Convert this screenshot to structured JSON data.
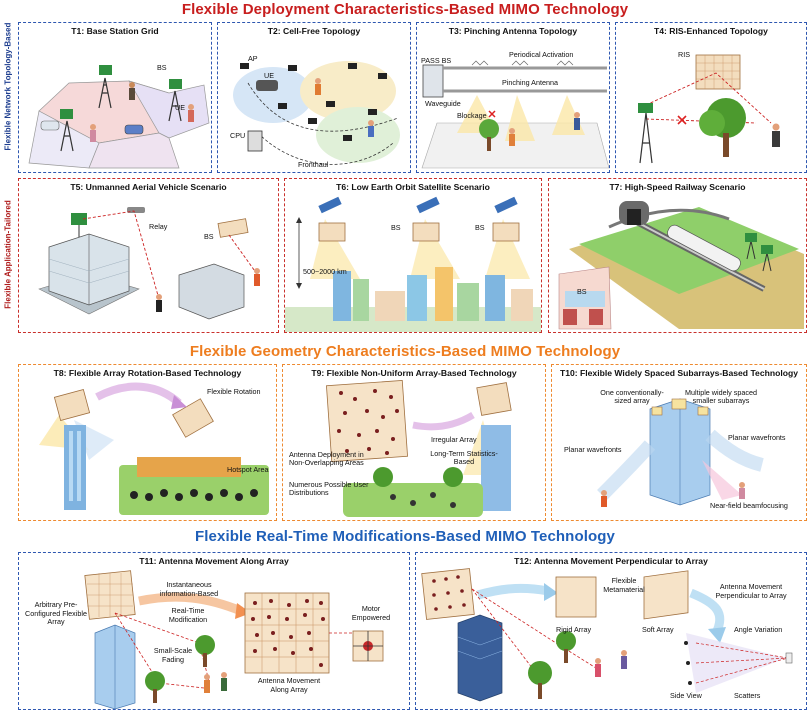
{
  "sections": {
    "deployment": "Flexible Deployment Characteristics-Based MIMO Technology",
    "geometry": "Flexible Geometry Characteristics-Based MIMO Technology",
    "realtime": "Flexible Real-Time Modifications-Based MIMO Technology"
  },
  "side_labels": {
    "network": "Flexible Network Topology-Based",
    "application": "Flexible Application-Tailored"
  },
  "colors": {
    "red": "#c81e1e",
    "orange": "#ee7d1f",
    "blue": "#1f5fb8"
  },
  "panels": {
    "t1": {
      "title": "T1: Base Station Grid",
      "labels": [
        "BS",
        "UE"
      ]
    },
    "t2": {
      "title": "T2: Cell-Free Topology",
      "labels": [
        "AP",
        "UE",
        "CPU",
        "Fronthaul"
      ]
    },
    "t3": {
      "title": "T3: Pinching Antenna Topology",
      "labels": [
        "PASS BS",
        "Periodical Activation",
        "Pinching Antenna",
        "Waveguide",
        "Blockage"
      ]
    },
    "t4": {
      "title": "T4: RIS-Enhanced Topology",
      "labels": [
        "RIS"
      ]
    },
    "t5": {
      "title": "T5: Unmanned Aerial Vehicle Scenario",
      "labels": [
        "Relay",
        "BS"
      ]
    },
    "t6": {
      "title": "T6: Low Earth Orbit Satellite Scenario",
      "labels": [
        "BS",
        "BS",
        "500~2000 km"
      ]
    },
    "t7": {
      "title": "T7: High-Speed Railway Scenario",
      "labels": [
        "BS"
      ]
    },
    "t8": {
      "title": "T8:  Flexible Array Rotation-Based Technology",
      "labels": [
        "Flexible Rotation",
        "Hotspot Area"
      ]
    },
    "t9": {
      "title": "T9: Flexible Non-Uniform Array-Based Technology",
      "labels": [
        "Irregular Array",
        "Long-Term Statistics-Based",
        "Antenna Deployment in Non-Overlapping Areas",
        "Numerous Possible User Distributions"
      ]
    },
    "t10": {
      "title": "T10: Flexible Widely Spaced Subarrays-Based Technology",
      "labels": [
        "One conventionally-sized array",
        "Multiple widely spaced smaller subarrays",
        "Planar wavefronts",
        "Planar wavefronts",
        "Near-field beamfocusing"
      ]
    },
    "t11": {
      "title": "T11: Antenna Movement Along Array",
      "labels": [
        "Arbitrary Pre-Configured Flexible Array",
        "Instantaneous information-Based",
        "Real-Time Modification",
        "Small-Scale Fading",
        "Antenna Movement Along Array",
        "Motor Empowered"
      ]
    },
    "t12": {
      "title": "T12: Antenna Movement Perpendicular to Array",
      "labels": [
        "Flexible Metamaterial",
        "Rigid Array",
        "Soft Array",
        "Antenna Movement Perpendicular to Array",
        "Angle Variation",
        "Side View",
        "Scatters"
      ]
    }
  }
}
